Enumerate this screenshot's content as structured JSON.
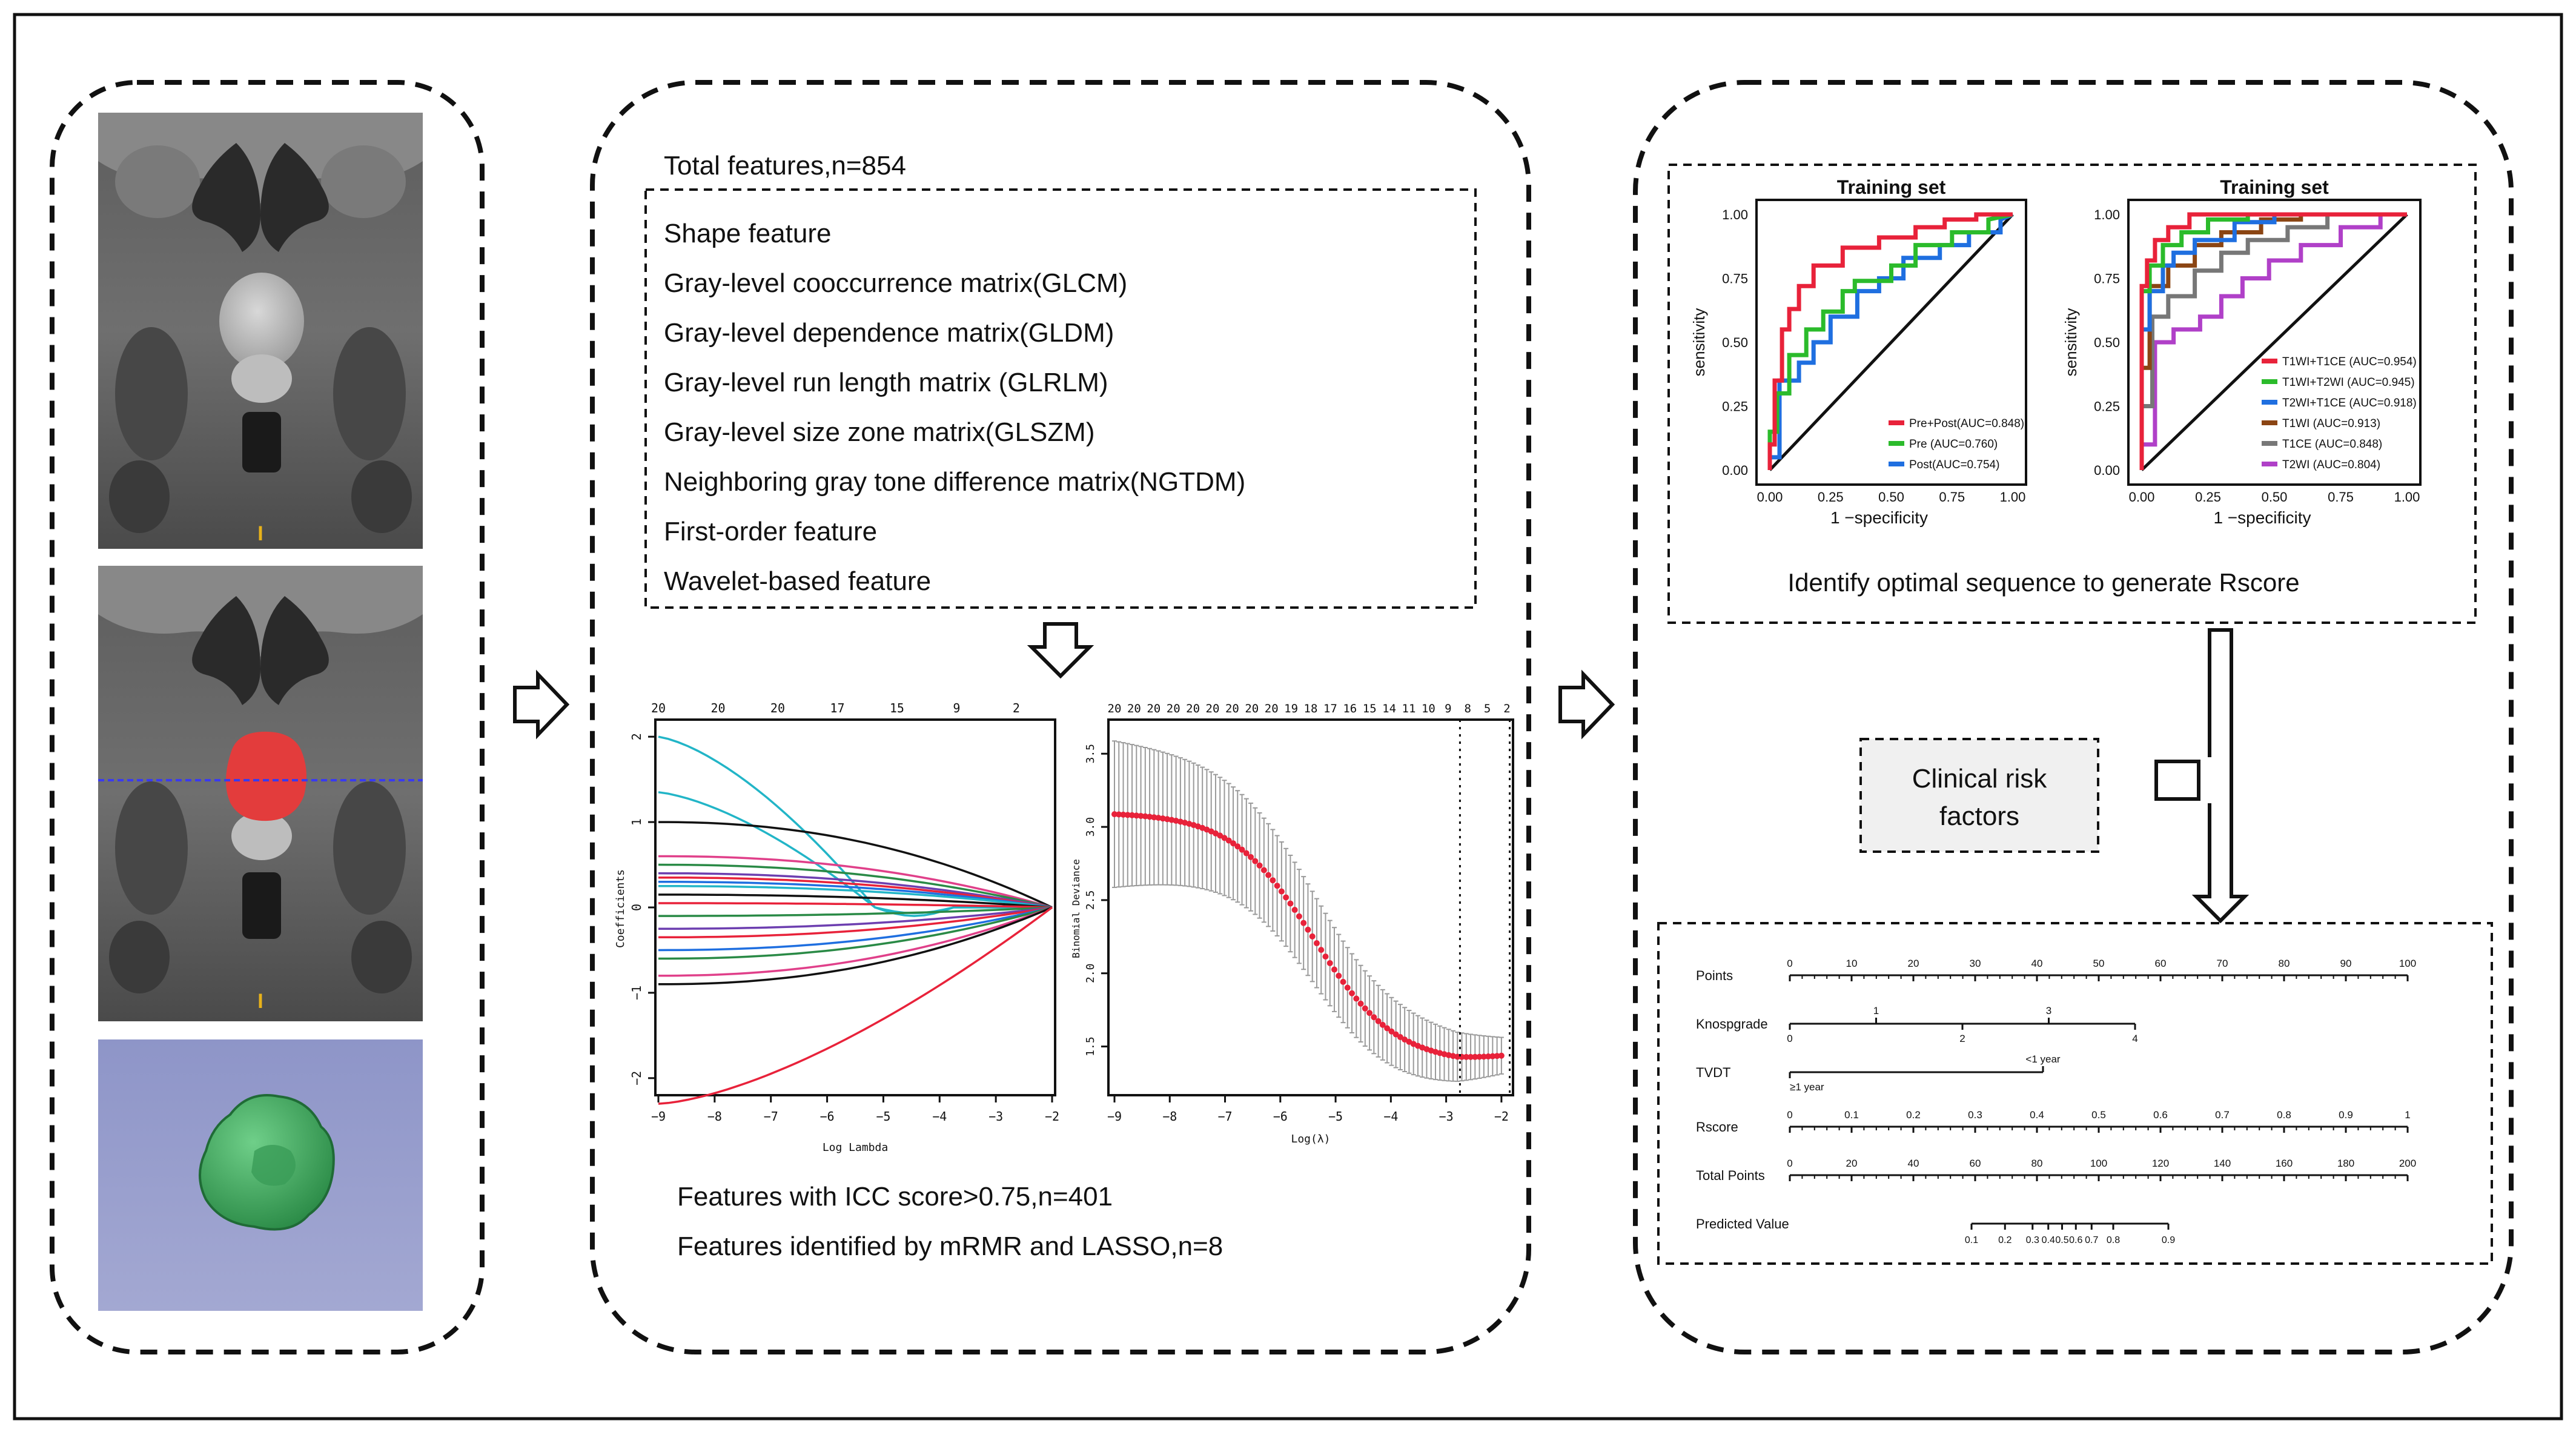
{
  "left_panel": {
    "mri_scale_marker": "I"
  },
  "middle_panel": {
    "features_title": "Total features,n=854",
    "feature_types": [
      "Shape feature",
      "Gray-level cooccurrence matrix(GLCM)",
      "Gray-level dependence matrix(GLDM)",
      "Gray-level run length matrix (GLRLM)",
      "Gray-level size zone matrix(GLSZM)",
      "Neighboring gray tone difference matrix(NGTDM)",
      "First-order feature",
      "Wavelet-based feature"
    ],
    "icc_text": "Features with ICC score>0.75,n=401",
    "lasso_text": "Features identified by mRMR and LASSO,n=8"
  },
  "lasso_coef_chart": {
    "top_ticks": [
      "20",
      "20",
      "20",
      "17",
      "15",
      "9",
      "2"
    ],
    "xticks": [
      "−9",
      "−8",
      "−7",
      "−6",
      "−5",
      "−4",
      "−3",
      "−2"
    ],
    "yticks": [
      "−2",
      "−1",
      "0",
      "1",
      "2"
    ],
    "xlabel": "Log Lambda",
    "ylabel": "Coefficients"
  },
  "lasso_cv_chart": {
    "top_ticks": [
      "20",
      "20",
      "20",
      "20",
      "20",
      "20",
      "20",
      "20",
      "20",
      "19",
      "18",
      "17",
      "16",
      "15",
      "14",
      "11",
      "10",
      "9",
      "8",
      "5",
      "2"
    ],
    "xticks": [
      "−9",
      "−8",
      "−7",
      "−6",
      "−5",
      "−4",
      "−3",
      "−2"
    ],
    "yticks": [
      "1.5",
      "2.0",
      "2.5",
      "3.0",
      "3.5"
    ],
    "xlabel": "Log(λ)",
    "ylabel": "Binomial Deviance"
  },
  "chart_data": [
    {
      "type": "line",
      "title": "Training set",
      "xlabel": "1 −specificity",
      "ylabel": "sensitivity",
      "xticks": [
        "0.00",
        "0.25",
        "0.50",
        "0.75",
        "1.00"
      ],
      "yticks": [
        "0.00",
        "0.25",
        "0.50",
        "0.75",
        "1.00"
      ],
      "xlim": [
        0,
        1
      ],
      "ylim": [
        0,
        1
      ],
      "legend": "bottom-right",
      "series": [
        {
          "name": "Pre+Post(AUC=0.848)",
          "color": "#e8223a",
          "x": [
            0,
            0,
            0.02,
            0.02,
            0.05,
            0.05,
            0.08,
            0.08,
            0.12,
            0.12,
            0.18,
            0.18,
            0.3,
            0.3,
            0.45,
            0.45,
            0.6,
            0.6,
            0.72,
            0.72,
            0.85,
            0.85,
            1
          ],
          "y": [
            0,
            0.1,
            0.1,
            0.35,
            0.35,
            0.55,
            0.55,
            0.63,
            0.63,
            0.72,
            0.72,
            0.8,
            0.8,
            0.87,
            0.87,
            0.91,
            0.91,
            0.95,
            0.95,
            0.98,
            0.98,
            1,
            1
          ]
        },
        {
          "name": "Pre (AUC=0.760)",
          "color": "#2bbb2b",
          "x": [
            0,
            0,
            0.03,
            0.03,
            0.08,
            0.08,
            0.15,
            0.15,
            0.22,
            0.22,
            0.3,
            0.3,
            0.35,
            0.35,
            0.5,
            0.5,
            0.6,
            0.6,
            0.75,
            0.75,
            0.9,
            0.9,
            1
          ],
          "y": [
            0,
            0.15,
            0.15,
            0.3,
            0.3,
            0.45,
            0.45,
            0.55,
            0.55,
            0.62,
            0.62,
            0.7,
            0.7,
            0.74,
            0.74,
            0.8,
            0.8,
            0.88,
            0.88,
            0.93,
            0.93,
            0.98,
            1
          ]
        },
        {
          "name": "Post(AUC=0.754)",
          "color": "#1f6fe0",
          "x": [
            0,
            0,
            0.04,
            0.04,
            0.12,
            0.12,
            0.18,
            0.18,
            0.25,
            0.25,
            0.36,
            0.36,
            0.45,
            0.45,
            0.55,
            0.55,
            0.7,
            0.7,
            0.82,
            0.82,
            0.95,
            0.95,
            1
          ],
          "y": [
            0,
            0.05,
            0.05,
            0.35,
            0.35,
            0.42,
            0.42,
            0.5,
            0.5,
            0.6,
            0.6,
            0.7,
            0.7,
            0.75,
            0.75,
            0.83,
            0.83,
            0.88,
            0.88,
            0.93,
            0.93,
            0.98,
            1
          ]
        }
      ]
    },
    {
      "type": "line",
      "title": "Training set",
      "xlabel": "1 −specificity",
      "ylabel": "sensitivity",
      "xticks": [
        "0.00",
        "0.25",
        "0.50",
        "0.75",
        "1.00"
      ],
      "yticks": [
        "0.00",
        "0.25",
        "0.50",
        "0.75",
        "1.00"
      ],
      "xlim": [
        0,
        1
      ],
      "ylim": [
        0,
        1
      ],
      "legend": "bottom-right",
      "series": [
        {
          "name": "T1WI+T1CE (AUC=0.954)",
          "color": "#e8223a",
          "x": [
            0,
            0,
            0.02,
            0.02,
            0.05,
            0.05,
            0.1,
            0.1,
            0.18,
            0.18,
            0.25,
            0.25,
            1
          ],
          "y": [
            0,
            0.72,
            0.72,
            0.82,
            0.82,
            0.9,
            0.9,
            0.95,
            0.95,
            1,
            1,
            1,
            1
          ]
        },
        {
          "name": "T1WI+T2WI (AUC=0.945)",
          "color": "#2bbb2b",
          "x": [
            0,
            0,
            0.03,
            0.03,
            0.08,
            0.08,
            0.15,
            0.15,
            0.25,
            0.25,
            0.4,
            0.4,
            1
          ],
          "y": [
            0,
            0.7,
            0.7,
            0.8,
            0.8,
            0.88,
            0.88,
            0.93,
            0.93,
            0.98,
            0.98,
            1,
            1
          ]
        },
        {
          "name": "T2WI+T1CE (AUC=0.918)",
          "color": "#1f6fe0",
          "x": [
            0,
            0,
            0.03,
            0.03,
            0.08,
            0.08,
            0.12,
            0.12,
            0.2,
            0.2,
            0.35,
            0.35,
            0.5,
            0.5,
            1
          ],
          "y": [
            0,
            0.55,
            0.55,
            0.7,
            0.7,
            0.8,
            0.8,
            0.85,
            0.85,
            0.9,
            0.9,
            0.97,
            0.97,
            1,
            1
          ]
        },
        {
          "name": "T1WI (AUC=0.913)",
          "color": "#8b4513",
          "x": [
            0,
            0,
            0.03,
            0.03,
            0.1,
            0.1,
            0.2,
            0.2,
            0.3,
            0.3,
            0.45,
            0.45,
            0.6,
            0.6,
            1
          ],
          "y": [
            0,
            0.4,
            0.4,
            0.72,
            0.72,
            0.8,
            0.8,
            0.88,
            0.88,
            0.93,
            0.93,
            0.98,
            0.98,
            1,
            1
          ]
        },
        {
          "name": "T1CE (AUC=0.848)",
          "color": "#777777",
          "x": [
            0,
            0,
            0.04,
            0.04,
            0.1,
            0.1,
            0.2,
            0.2,
            0.3,
            0.3,
            0.4,
            0.4,
            0.55,
            0.55,
            0.7,
            0.7,
            1
          ],
          "y": [
            0,
            0.25,
            0.25,
            0.6,
            0.6,
            0.68,
            0.68,
            0.78,
            0.78,
            0.85,
            0.85,
            0.9,
            0.9,
            0.95,
            0.95,
            1,
            1
          ]
        },
        {
          "name": "T2WI (AUC=0.804)",
          "color": "#b040c8",
          "x": [
            0,
            0,
            0.05,
            0.05,
            0.12,
            0.12,
            0.22,
            0.22,
            0.3,
            0.3,
            0.38,
            0.38,
            0.48,
            0.48,
            0.6,
            0.6,
            0.75,
            0.75,
            0.9,
            0.9,
            1
          ],
          "y": [
            0,
            0.1,
            0.1,
            0.5,
            0.5,
            0.55,
            0.55,
            0.6,
            0.6,
            0.68,
            0.68,
            0.75,
            0.75,
            0.82,
            0.82,
            0.88,
            0.88,
            0.95,
            0.95,
            1,
            1
          ]
        }
      ]
    }
  ],
  "roc_caption": "Identify optimal sequence to generate Rscore",
  "clinical_box": "Clinical risk factors",
  "nomogram": {
    "rows": [
      {
        "label": "Points",
        "ticks": [
          "0",
          "10",
          "20",
          "30",
          "40",
          "50",
          "60",
          "70",
          "80",
          "90",
          "100"
        ]
      },
      {
        "label": "Knospgrade",
        "above": [
          "1",
          "3"
        ],
        "below": [
          "0",
          "2",
          "4"
        ]
      },
      {
        "label": "TVDT",
        "above": "<1 year",
        "below": "≥1 year"
      },
      {
        "label": "Rscore",
        "ticks": [
          "0",
          "0.1",
          "0.2",
          "0.3",
          "0.4",
          "0.5",
          "0.6",
          "0.7",
          "0.8",
          "0.9",
          "1"
        ]
      },
      {
        "label": "Total Points",
        "ticks": [
          "0",
          "20",
          "40",
          "60",
          "80",
          "100",
          "120",
          "140",
          "160",
          "180",
          "200"
        ]
      },
      {
        "label": "Predicted Value",
        "ticks": [
          "0.1",
          "0.2",
          "0.3",
          "0.4",
          "0.5",
          "0.6",
          "0.7",
          "0.8",
          "0.9"
        ]
      }
    ]
  }
}
